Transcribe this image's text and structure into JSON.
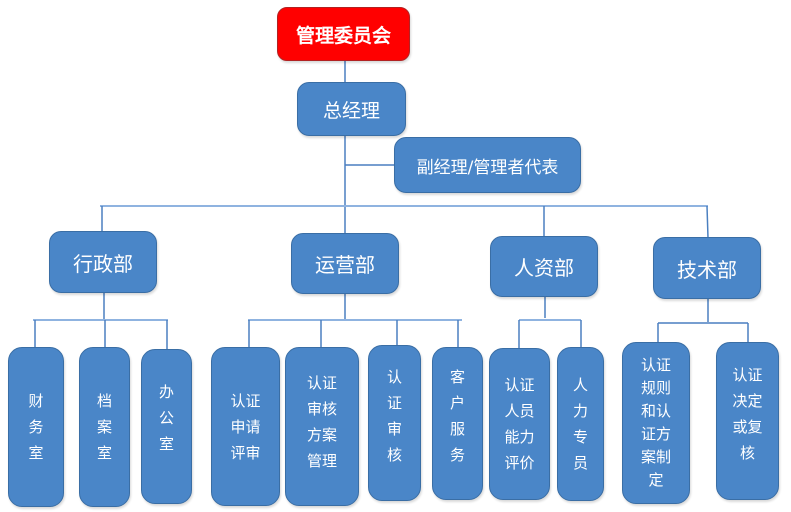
{
  "title": "管理委员会组织结构图",
  "colors": {
    "root": "#ff0000",
    "node": "#4a86c8",
    "line": "#4a7fc0",
    "text": "#ffffff"
  },
  "root": {
    "label": "管理委员会"
  },
  "gm": {
    "label": "总经理"
  },
  "deputy": {
    "label": "副经理/管理者代表"
  },
  "departments": [
    {
      "label": "行政部",
      "units": [
        {
          "lines": [
            "财",
            "务",
            "室"
          ]
        },
        {
          "lines": [
            "档",
            "案",
            "室"
          ]
        },
        {
          "lines": [
            "办",
            "公",
            "室"
          ]
        }
      ]
    },
    {
      "label": "运营部",
      "units": [
        {
          "lines": [
            "认证",
            "申请",
            "评审"
          ]
        },
        {
          "lines": [
            "认证",
            "审核",
            "方案",
            "管理"
          ]
        },
        {
          "lines": [
            "认",
            "证",
            "审",
            "核"
          ]
        },
        {
          "lines": [
            "客",
            "户",
            "服",
            "务"
          ]
        }
      ]
    },
    {
      "label": "人资部",
      "units": [
        {
          "lines": [
            "认证",
            "人员",
            "能力",
            "评价"
          ]
        },
        {
          "lines": [
            "人",
            "力",
            "专",
            "员"
          ]
        }
      ]
    },
    {
      "label": "技术部",
      "units": [
        {
          "lines": [
            "认证",
            "规则",
            "和认",
            "证方",
            "案制",
            "定"
          ]
        },
        {
          "lines": [
            "认证",
            "决定",
            "或复",
            "核"
          ]
        }
      ]
    }
  ]
}
